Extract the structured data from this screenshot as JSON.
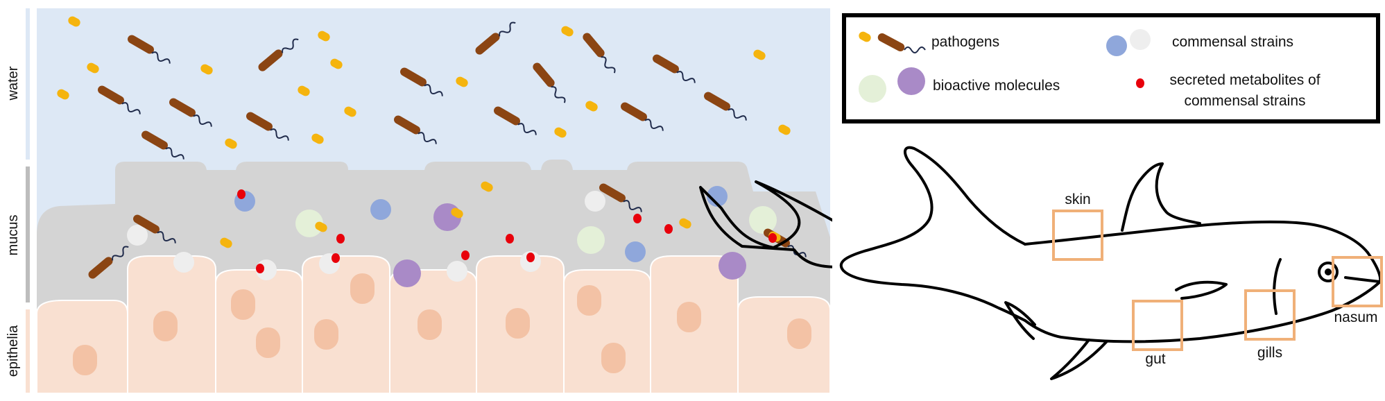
{
  "layers": {
    "water": "water",
    "mucus": "mucus",
    "epithelia": "epithelia"
  },
  "legend": {
    "pathogens": "pathogens",
    "commensal": "commensal strains",
    "bioactive": "bioactive molecules",
    "metabolites_line1": "secreted metabolites of",
    "metabolites_line2": "commensal strains"
  },
  "fish_labels": {
    "skin": "skin",
    "gut": "gut",
    "gills": "gills",
    "nasum": "nasum"
  },
  "colors": {
    "water_bg": "#dde8f5",
    "mucus": "#d4d4d4",
    "epithelia": "#f9e0d1",
    "cell_nucleus": "#f3c2a5",
    "pathogen_rod": "#8b4513",
    "pathogen_coccus": "#f5b40e",
    "commensal_blue": "#8fa7db",
    "commensal_white": "#eeeeee",
    "bioactive_green": "#e4f0d8",
    "bioactive_purple": "#a98ac7",
    "metabolite": "#e8000b",
    "highlight_box": "#f0b078"
  }
}
